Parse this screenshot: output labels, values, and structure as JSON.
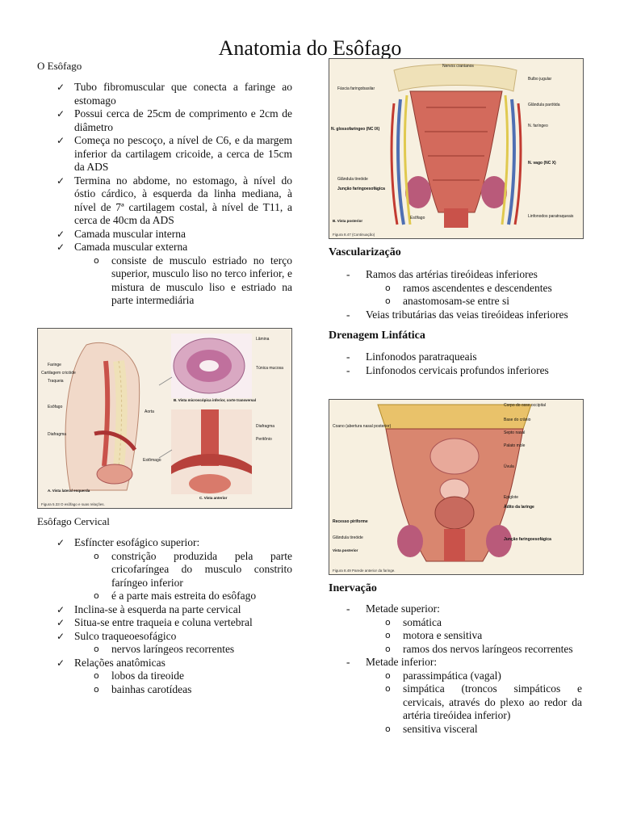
{
  "title": "Anatomia do Esôfago",
  "left": {
    "esofago_heading": "O Esôfago",
    "esofago_items": [
      "Tubo fibromuscular que conecta a faringe ao estomago",
      "Possui cerca de 25cm de comprimento e 2cm de diâmetro",
      "Começa no pescoço, a nível de C6, e da margem inferior da cartilagem cricoide, a cerca de 15cm da ADS",
      "Termina no abdome, no estomago, à nível do óstio cárdico, à esquerda da linha mediana, à nível de 7ª cartilagem costal, à nível de T11, a cerca de 40cm da ADS",
      "Camada muscular interna",
      "Camada muscular externa"
    ],
    "esofago_sub": "consiste de musculo estriado no terço superior, musculo liso no terco inferior, e mistura de musculo liso e estriado na parte intermediária",
    "cervical_heading": "Esôfago Cervical",
    "cervical_item1": "Esfíncter esofágico superior:",
    "cervical_item1_sub": [
      "constrição produzida pela parte cricofaríngea do musculo constrito faríngeo inferior",
      "é a parte mais estreita do esôfago"
    ],
    "cervical_item2": "Inclina-se à esquerda na parte cervical",
    "cervical_item3": "Situa-se entre traqueia e coluna vertebral",
    "cervical_item4": "Sulco traqueoesofágico",
    "cervical_item4_sub": "nervos laríngeos recorrentes",
    "cervical_item5": "Relações anatômicas",
    "cervical_item5_sub": [
      "lobos da tireoide",
      "bainhas carotídeas"
    ],
    "figure1": {
      "labels": [
        "Faringe",
        "Cartilagem cricóide",
        "Traqueia",
        "Esôfago",
        "Diafragma",
        "Aorta",
        "Estômago",
        "Lâmina",
        "Túnica mucosa",
        "Diafragma",
        "Peritônio"
      ],
      "panel_b": "B. Vista microscópica inferior, corte transversal",
      "panel_c": "C. Vista anterior",
      "panel_a": "A. Vista lateral esquerda",
      "caption": "Figura 5.33 O esôfago e suas relações."
    }
  },
  "right": {
    "figure2": {
      "labels": [
        "Nervos cranianos",
        "Fáscia faringobasilar",
        "N. glossofaríngeo (NC IX)",
        "N. faríngeo",
        "N. vago (NC X)",
        "Glândula tireóide",
        "Junção faringoesofágica",
        "Esôfago",
        "Bulbo jugular",
        "Glândula parótida",
        "Linfonodos paratraqueais"
      ],
      "panel": "B. Vista posterior",
      "caption": "Figura 8.47 (Continuação)"
    },
    "vascularizacao_heading": "Vascularização",
    "vasc_item1": "Ramos das artérias tireóideas inferiores",
    "vasc_item1_sub": [
      "ramos ascendentes e descendentes",
      "anastomosam-se entre si"
    ],
    "vasc_item2": "Veias tributárias das veias tireóideas inferiores",
    "drenagem_heading": "Drenagem Linfática",
    "drenagem_items": [
      "Linfonodos paratraqueais",
      "Linfonodos cervicais profundos inferiores"
    ],
    "figure3": {
      "labels": [
        "Corpo do osso occipital",
        "Base do crânio",
        "Septo nasal",
        "Coano (abertura nasal posterior)",
        "Palato mole",
        "Úvula",
        "Epiglote",
        "Ádito da laringe",
        "Recesso piriforme",
        "Junção faringoesofágica",
        "Glândula tireóide"
      ],
      "panel": "Vista posterior",
      "caption": "Figura 8.49 Parede anterior da faringe."
    },
    "inervacao_heading": "Inervação",
    "inerv_item1": "Metade superior:",
    "inerv_item1_sub": [
      "somática",
      "motora e sensitiva",
      "ramos dos nervos laríngeos recorrentes"
    ],
    "inerv_item2": "Metade inferior:",
    "inerv_item2_sub": [
      "parassimpática (vagal)",
      "simpática (troncos simpáticos e cervicais, através do plexo ao redor da artéria tireóidea inferior)",
      "sensitiva visceral"
    ]
  },
  "colors": {
    "text": "#111111",
    "figure_bg": "#f6efe3",
    "muscle": "#c9524a",
    "bone": "#efe1b8"
  }
}
